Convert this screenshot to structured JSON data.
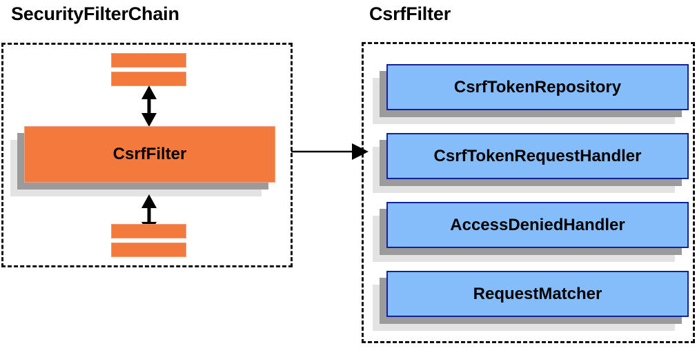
{
  "diagram": {
    "type": "component-relationship-diagram",
    "colors": {
      "orange_fill": "#f37a3c",
      "orange_border": "#f0a184",
      "blue_fill": "#85bdfa",
      "blue_border": "#12229c",
      "shadow_near": "#9b9b9b",
      "shadow_far": "#e3e3e3",
      "dashed_border": "#111111",
      "background": "#ffffff",
      "text": "#000000"
    },
    "left_panel": {
      "title": "SecurityFilterChain",
      "highlighted_filter": "CsrfFilter",
      "filters_above_count": 2,
      "filters_below_count": 2,
      "arrow_above_label": "",
      "arrow_below_label": ""
    },
    "right_panel": {
      "title": "CsrfFilter",
      "collaborators": [
        {
          "label": "CsrfTokenRepository"
        },
        {
          "label": "CsrfTokenRequestHandler"
        },
        {
          "label": "AccessDeniedHandler"
        },
        {
          "label": "RequestMatcher"
        }
      ]
    },
    "connector": {
      "from": "SecurityFilterChain",
      "to": "CsrfFilter",
      "style": "solid-arrow-right",
      "label": ""
    }
  }
}
